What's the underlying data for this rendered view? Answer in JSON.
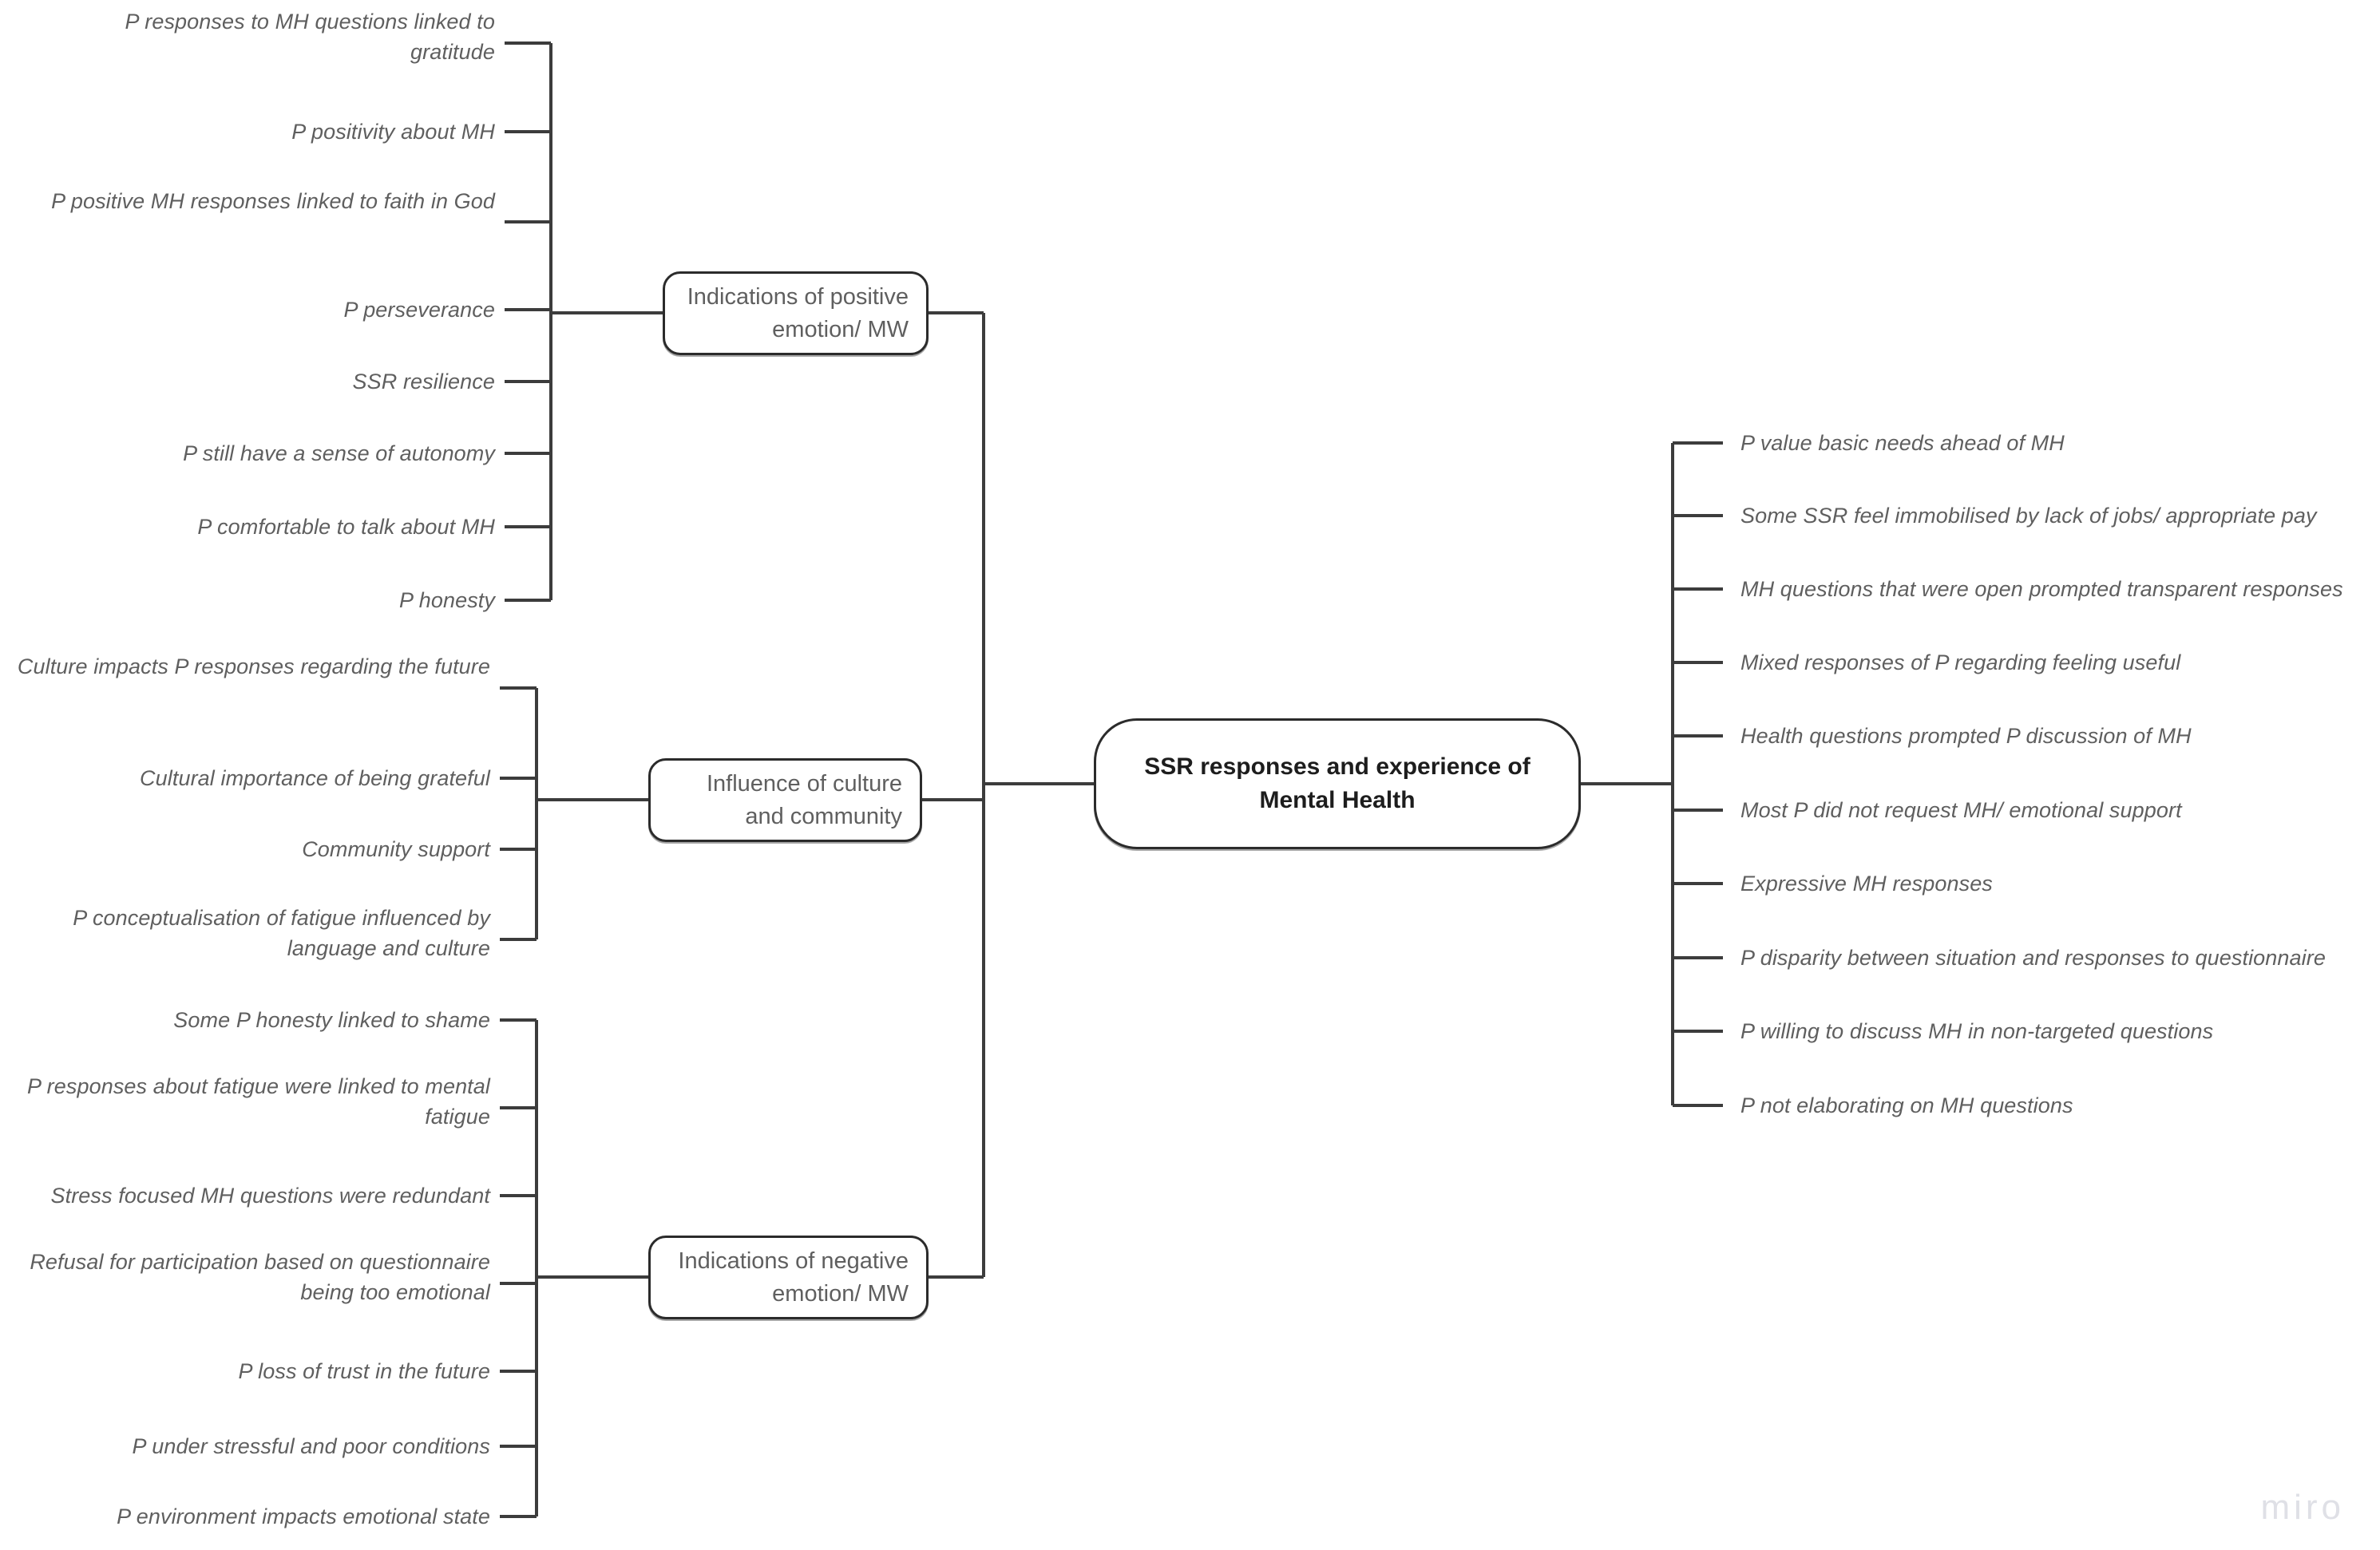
{
  "diagram": {
    "title": "SSR responses and experience of Mental Health",
    "watermark": "miro",
    "colors": {
      "background": "#ffffff",
      "connector": "#3c3c3c",
      "node_border": "#2b2b2b",
      "branch_text": "#5f5f5f",
      "leaf_text": "#5f5f5f",
      "central_text": "#1d1d1d",
      "watermark": "#dfe0e6"
    },
    "central": {
      "label": "SSR responses and experience of Mental Health"
    },
    "branches": [
      {
        "id": "positive-emotion",
        "label": "Indications of positive emotion/ MW",
        "side": "left",
        "leaves": [
          "P responses to MH questions linked to gratitude",
          "P positivity about MH",
          "P positive MH responses linked to faith in God",
          "P perseverance",
          "SSR resilience",
          "P still have a sense of autonomy",
          "P comfortable to talk about MH",
          "P honesty"
        ]
      },
      {
        "id": "culture-community",
        "label": "Influence of culture and community",
        "side": "left",
        "leaves": [
          "Culture impacts P responses regarding the future",
          "Cultural importance of being grateful",
          "Community support",
          "P conceptualisation of fatigue influenced by language and culture"
        ]
      },
      {
        "id": "negative-emotion",
        "label": "Indications of negative emotion/ MW",
        "side": "left",
        "leaves": [
          "Some P honesty linked to shame",
          "P responses about fatigue were linked to mental fatigue",
          "Stress focused MH questions were redundant",
          "Refusal for participation based on questionnaire being too emotional",
          "P loss of trust in the future",
          "P under stressful and poor conditions",
          "P environment impacts emotional state"
        ]
      },
      {
        "id": "direct-right",
        "label": "",
        "side": "right",
        "leaves": [
          "P value basic needs ahead of MH",
          "Some SSR feel immobilised by lack of jobs/ appropriate pay",
          "MH questions that were open prompted transparent responses",
          "Mixed responses of P regarding feeling useful",
          "Health questions prompted P discussion of MH",
          "Most P did not request MH/ emotional support",
          "Expressive MH responses",
          "P disparity between situation and responses to questionnaire",
          "P willing to discuss MH in non-targeted questions",
          "P not elaborating on MH questions"
        ]
      }
    ]
  }
}
